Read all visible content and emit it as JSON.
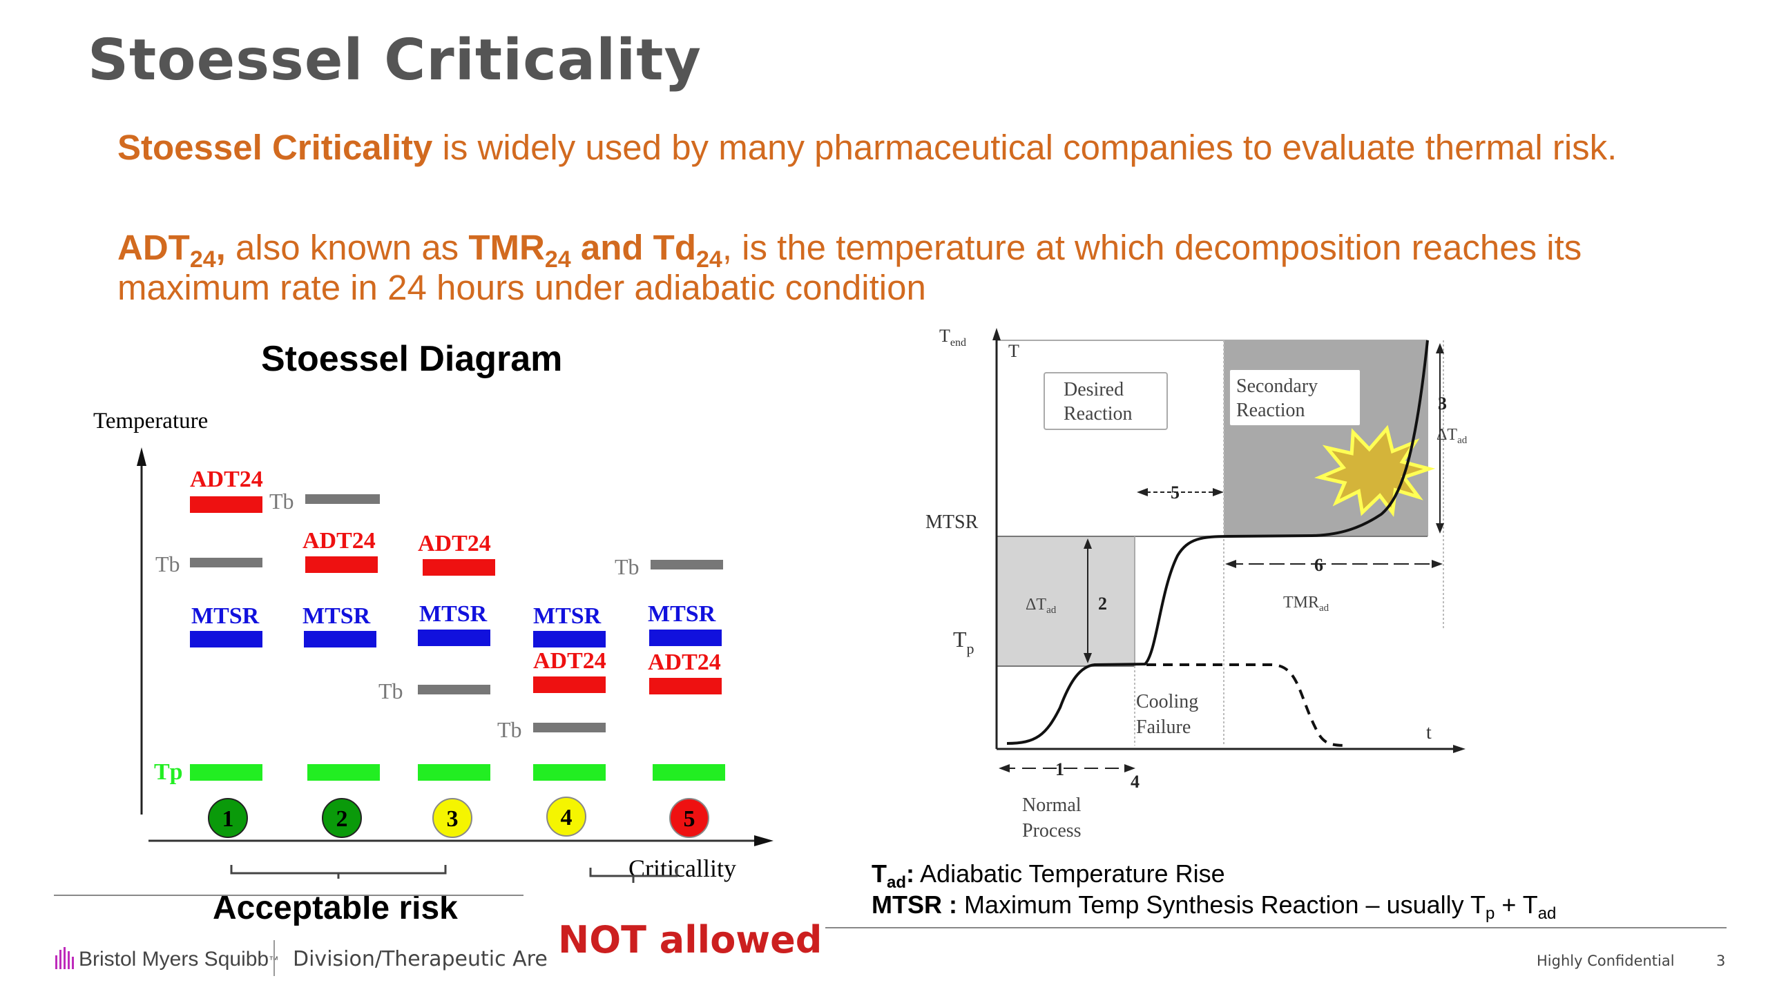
{
  "slide": {
    "title": "Stoessel Criticality",
    "para1": {
      "bold": "Stoessel Criticality",
      "rest": " is widely used by many pharmaceutical companies to evaluate thermal risk."
    },
    "para2": {
      "adt": "ADT",
      "sub24": "24",
      "comma": ",",
      "aka": " also known as ",
      "tmr": "TMR",
      "and_td": " and Td",
      "rest": ", is the temperature at which decomposition reaches its maximum rate in 24 hours under adiabatic condition"
    }
  },
  "stoessel_diagram": {
    "title": "Stoessel Diagram",
    "y_axis_label": "Temperature",
    "x_axis_label": "Criticallity",
    "labels": {
      "adt": "ADT24",
      "mtsr": "MTSR",
      "tb": "Tb",
      "tp": "Tp"
    },
    "classes": [
      {
        "number": "1",
        "color": "#0a9a0a"
      },
      {
        "number": "2",
        "color": "#0a9a0a"
      },
      {
        "number": "3",
        "color": "#f5f500"
      },
      {
        "number": "4",
        "color": "#f5f500"
      },
      {
        "number": "5",
        "color": "#ee1111"
      }
    ],
    "acceptable_risk": "Acceptable risk",
    "not_allowed": "NOT allowed",
    "colors": {
      "adt": "#ee1111",
      "mtsr": "#1111dd",
      "tb": "#777777",
      "tp": "#22ee22"
    }
  },
  "scenario_diagram": {
    "t_end": "T",
    "t_end_sub": "end",
    "t_axis_top": "T",
    "mtsr": "MTSR",
    "tp": "T",
    "tp_sub": "p",
    "time_axis": "t",
    "desired_reaction_1": "Desired",
    "desired_reaction_2": "Reaction",
    "secondary_reaction_1": "Secondary",
    "secondary_reaction_2": "Reaction",
    "cooling_failure_1": "Cooling",
    "cooling_failure_2": "Failure",
    "normal_process_1": "Normal",
    "normal_process_2": "Process",
    "delta_t_ad": "ΔT",
    "delta_t_ad_sub": "ad",
    "tmr_ad": "TMR",
    "tmr_ad_sub": "ad",
    "markers": [
      "1",
      "2",
      "3",
      "4",
      "5",
      "6"
    ]
  },
  "legend": {
    "tad_term": "T",
    "tad_sub": "ad",
    "tad_colon": ":",
    "tad_desc": " Adiabatic Temperature Rise",
    "mtsr_term": "MTSR :",
    "mtsr_desc": " Maximum Temp Synthesis Reaction – usually T",
    "p_sub": "p",
    "plus": " + T",
    "ad_sub": "ad"
  },
  "footer": {
    "company": "Bristol Myers Squibb",
    "tm": "™",
    "division": "Division/Therapeutic Are",
    "confidential": "Highly Confidential",
    "page": "3"
  }
}
